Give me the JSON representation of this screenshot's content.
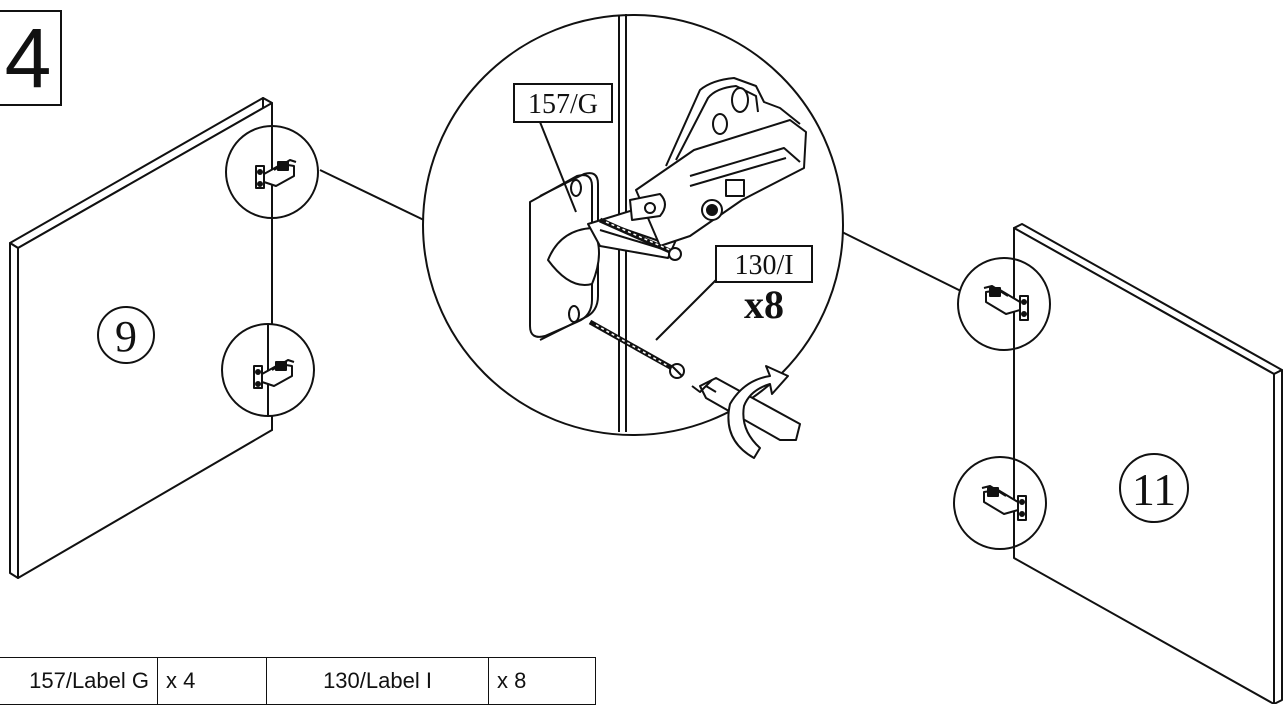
{
  "step": {
    "number": "4"
  },
  "panels": {
    "left": {
      "label": "9"
    },
    "right": {
      "label": "11"
    }
  },
  "callout": {
    "hinge_label": "157/G",
    "screw_label": "130/I",
    "screw_quantity": "x8"
  },
  "parts_table": {
    "rows": [
      {
        "part_g": "157/Label G",
        "qty_g": "x 4",
        "part_i": "130/Label I",
        "qty_i": "x 8"
      }
    ]
  },
  "colors": {
    "ink": "#111111",
    "background": "#ffffff"
  },
  "icons": [
    "hinge-icon",
    "screw-icon",
    "screwdriver-icon",
    "rotation-arrow-icon"
  ]
}
